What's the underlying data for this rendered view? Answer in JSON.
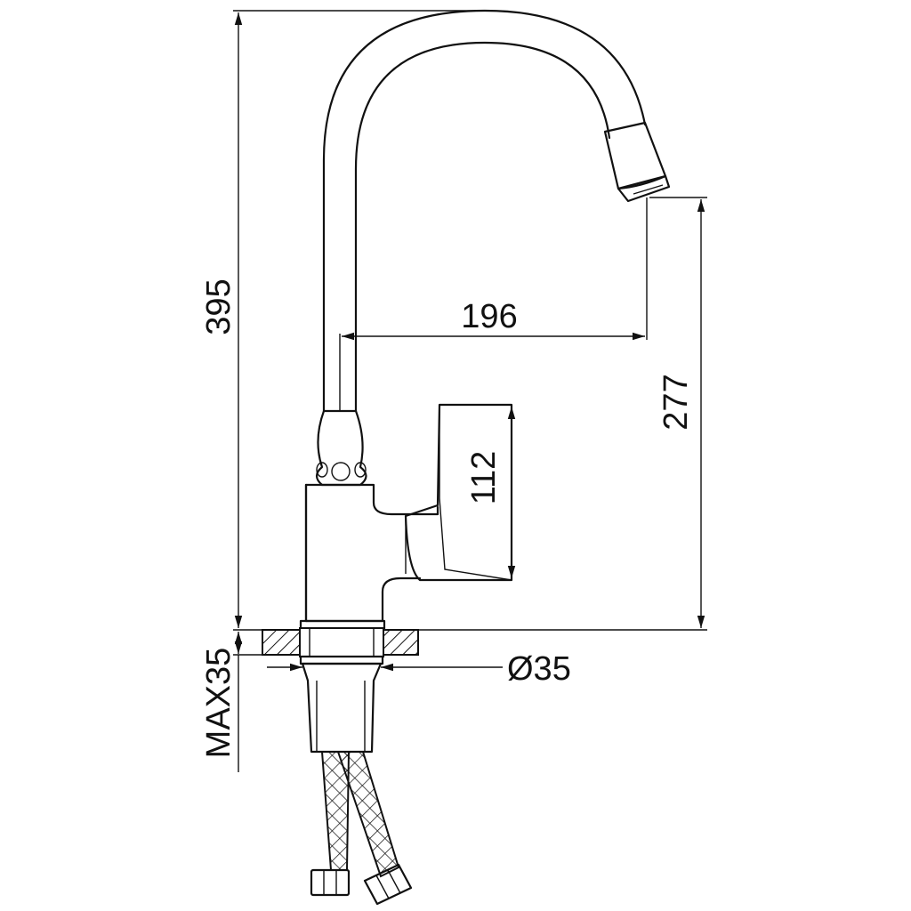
{
  "dimensions": {
    "total_height": "395",
    "spout_reach": "196",
    "spout_height": "277",
    "handle_height": "112",
    "mounting_hole": "Ø35",
    "max_counter_thickness": "MAX35"
  },
  "colors": {
    "line": "#111111",
    "background": "#ffffff"
  }
}
